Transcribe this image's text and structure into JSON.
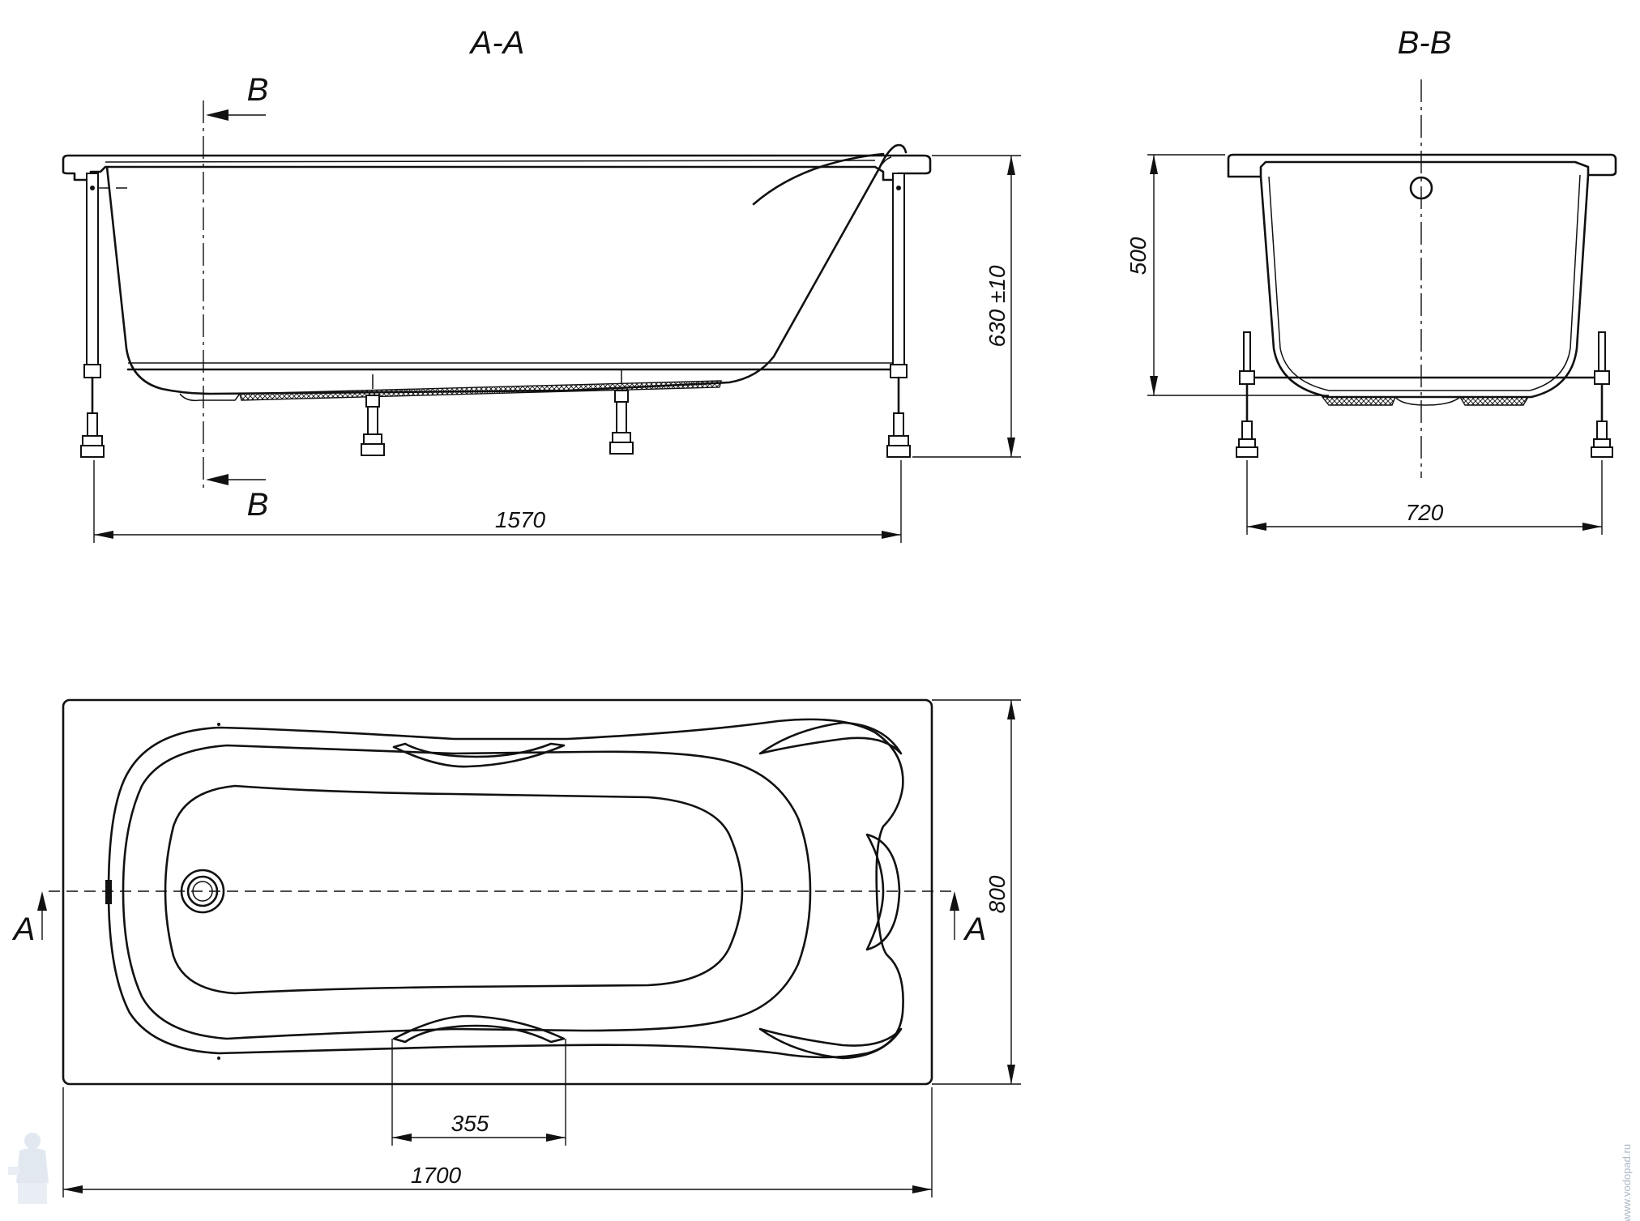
{
  "views": {
    "section_a_title": "A-A",
    "section_b_title": "B-B"
  },
  "section_marks": {
    "b_upper": "B",
    "b_lower": "B",
    "a_left": "A",
    "a_right": "A"
  },
  "dimensions": {
    "frame_length": "1570",
    "height": "630 ±10",
    "depth": "500",
    "frame_width": "720",
    "handle_spacing": "355",
    "overall_length": "1700",
    "overall_width": "800"
  },
  "watermark": {
    "side_text": "www.vodopad.ru"
  }
}
